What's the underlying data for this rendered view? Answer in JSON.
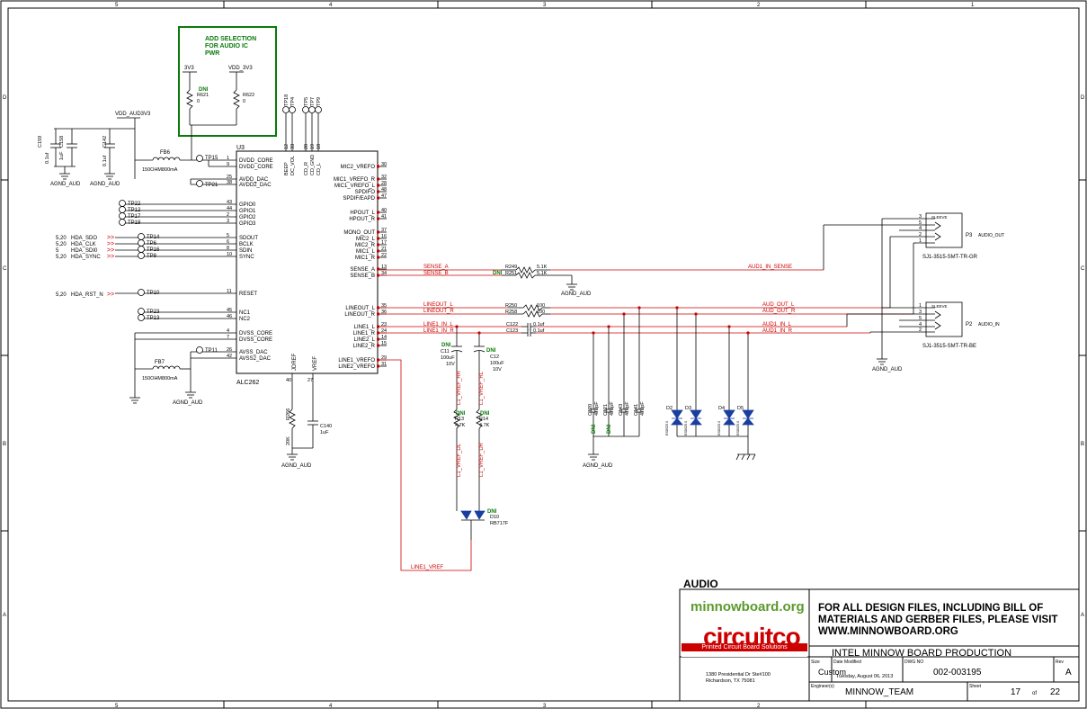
{
  "title_block": {
    "sheet_title": "AUDIO",
    "note": "FOR ALL DESIGN FILES, INCLUDING BILL OF MATERIALS AND GERBER FILES, PLEASE VISIT WWW.MINNOWBOARD.ORG",
    "note_line1": "FOR ALL DESIGN FILES, INCLUDING BILL OF",
    "note_line2": "MATERIALS AND GERBER FILES, PLEASE VISIT",
    "note_line3": "WWW.MINNOWBOARD.ORG",
    "project": "INTEL MINNOW BOARD PRODUCTION",
    "size_label": "Size",
    "size_value": "Custom",
    "date_label": "Date Modified",
    "date_value": "Tuesday, August 06, 2013",
    "dwg_label": "DWG NO",
    "dwg_value": "002-003195",
    "rev_label": "Rev",
    "rev_value": "A",
    "engineer_label": "Engineer(s)",
    "engineer_value": "MINNOW_TEAM",
    "sheet_label": "Sheet",
    "sheet_value": "17",
    "of_label": "of",
    "of_value": "22",
    "address_line1": "1380 Presidential Dr Ste#100",
    "address_line2": "Richardson, TX 75081",
    "logo_minnow": "minnowboard.org",
    "logo_circuitco": "circuitco",
    "logo_tagline": "Printed Circuit Board Solutions"
  },
  "border": {
    "top_cols": [
      "5",
      "4",
      "3",
      "2",
      "1"
    ],
    "side_rows": [
      "D",
      "C",
      "B",
      "A"
    ]
  },
  "note_box": {
    "line1": "ADD SELECTION",
    "line2": "FOR AUDIO IC",
    "line3": "PWR"
  },
  "power_rails": {
    "v3v3": "3V3",
    "vdd3v3": "VDD_3V3",
    "vdd_aud": "VDD_AUD3V3"
  },
  "grounds": {
    "agnd": "AGND_AUD"
  },
  "dni": "DNI",
  "ic": {
    "refdes": "U3",
    "part": "ALC262",
    "left_pins": [
      {
        "num": "1",
        "name": "DVDD_CORE"
      },
      {
        "num": "9",
        "name": "DVDD_CORE"
      },
      {
        "num": "25",
        "name": "AVDD_DAC"
      },
      {
        "num": "38",
        "name": "AVDD2_DAC"
      },
      {
        "num": "43",
        "name": "GPIO0"
      },
      {
        "num": "44",
        "name": "GPIO1"
      },
      {
        "num": "2",
        "name": "GPIO2"
      },
      {
        "num": "3",
        "name": "GPIO3"
      },
      {
        "num": "5",
        "name": "SDOUT"
      },
      {
        "num": "6",
        "name": "BCLK"
      },
      {
        "num": "8",
        "name": "SDIN"
      },
      {
        "num": "10",
        "name": "SYNC"
      },
      {
        "num": "11",
        "name": "RESET"
      },
      {
        "num": "45",
        "name": "NC1"
      },
      {
        "num": "46",
        "name": "NC2"
      },
      {
        "num": "4",
        "name": "DVSS_CORE"
      },
      {
        "num": "7",
        "name": "DVSS_CORE"
      },
      {
        "num": "26",
        "name": "AVSS_DAC"
      },
      {
        "num": "42",
        "name": "AVSS2_DAC"
      }
    ],
    "right_pins": [
      {
        "num": "30",
        "name": "MIC2_VREFO"
      },
      {
        "num": "32",
        "name": "MIC1_VREFO_R"
      },
      {
        "num": "28",
        "name": "MIC1_VREFO_L"
      },
      {
        "num": "48",
        "name": "SPDIFO"
      },
      {
        "num": "47",
        "name": "SPDIF/EAPD"
      },
      {
        "num": "40",
        "name": "HPOUT_L"
      },
      {
        "num": "41",
        "name": "HPOUT_R"
      },
      {
        "num": "37",
        "name": "MONO_OUT"
      },
      {
        "num": "16",
        "name": "MIC2_L"
      },
      {
        "num": "17",
        "name": "MIC2_R"
      },
      {
        "num": "21",
        "name": "MIC1_L"
      },
      {
        "num": "22",
        "name": "MIC1_R"
      },
      {
        "num": "13",
        "name": "SENSE_A"
      },
      {
        "num": "34",
        "name": "SENSE_B"
      },
      {
        "num": "35",
        "name": "LINEOUT_L"
      },
      {
        "num": "36",
        "name": "LINEOUT_R"
      },
      {
        "num": "23",
        "name": "LINE1_L"
      },
      {
        "num": "24",
        "name": "LINE1_R"
      },
      {
        "num": "14",
        "name": "LINE2_L"
      },
      {
        "num": "15",
        "name": "LINE2_R"
      },
      {
        "num": "29",
        "name": "LINE1_VREFO"
      },
      {
        "num": "31",
        "name": "LINE2_VREFO"
      }
    ],
    "top_pins": [
      {
        "num": "12",
        "name": "BEEP"
      },
      {
        "num": "33",
        "name": "DC_VOL"
      },
      {
        "num": "20",
        "name": "CD_R"
      },
      {
        "num": "19",
        "name": "CD_GND"
      },
      {
        "num": "18",
        "name": "CD_L"
      }
    ],
    "bottom_pins": [
      {
        "num": "40",
        "name": "JDREF"
      },
      {
        "num": "27",
        "name": "VREF"
      }
    ]
  },
  "testpoints": {
    "top": [
      "TP18",
      "TP4",
      "TP5",
      "TP7",
      "TP9"
    ],
    "gpio": [
      "TP22",
      "TP12",
      "TP17",
      "TP19"
    ],
    "hda": [
      "TP14",
      "TP6",
      "TP16",
      "TP8"
    ],
    "reset": "TP10",
    "nc": [
      "TP23",
      "TP13"
    ],
    "tp15": "TP15",
    "tp21": "TP21",
    "tp11": "TP11"
  },
  "hda_nets": [
    {
      "ref": "5,20",
      "name": "HDA_SDO"
    },
    {
      "ref": "5,20",
      "name": "HDA_CLK"
    },
    {
      "ref": "5",
      "name": "HDA_SDI0"
    },
    {
      "ref": "5,20",
      "name": "HDA_SYNC"
    }
  ],
  "reset_net": {
    "ref": "5,20",
    "name": "HDA_RST_N"
  },
  "parts": {
    "r621": {
      "ref": "R621",
      "val": "0"
    },
    "r622": {
      "ref": "R622",
      "val": "0"
    },
    "c159": {
      "ref": "C159",
      "val": "0.1uf"
    },
    "c158": {
      "ref": "C158",
      "val": "1uF"
    },
    "c142": {
      "ref": "C142",
      "val": "0.1uf"
    },
    "fb6": {
      "ref": "FB6",
      "val": "150OHM800mA"
    },
    "fb7": {
      "ref": "FB7",
      "val": "150OHM800mA"
    },
    "r249": {
      "ref": "R249",
      "val": "5.1K"
    },
    "r251": {
      "ref": "R251",
      "val": "5.1K"
    },
    "r250": {
      "ref": "R250",
      "val": "100"
    },
    "r258": {
      "ref": "R258",
      "val": "100"
    },
    "c122": {
      "ref": "C122",
      "val": "0.1uf"
    },
    "c123": {
      "ref": "C123",
      "val": "0.1uf"
    },
    "c11": {
      "ref": "C11",
      "val": "100uF",
      "v": "10V"
    },
    "c12": {
      "ref": "C12",
      "val": "100uF",
      "v": "10V"
    },
    "r13": {
      "ref": "R13",
      "val": "4.7K"
    },
    "r14": {
      "ref": "R14",
      "val": "4.7K"
    },
    "d10": {
      "ref": "D10",
      "val": "RB717F"
    },
    "r266": {
      "ref": "R266",
      "val": "20K"
    },
    "c140": {
      "ref": "C140",
      "val": "1uF"
    },
    "c120": {
      "ref": "C120",
      "val": "470pF"
    },
    "c121": {
      "ref": "C121",
      "val": "470pF"
    },
    "c143": {
      "ref": "C143",
      "val": "470pF"
    },
    "c141": {
      "ref": "C141",
      "val": "470pF"
    },
    "diodes": [
      "D2",
      "D3",
      "D4",
      "D5"
    ],
    "diode_val": "ESD5Z5.0"
  },
  "nets": {
    "sense_a": "SENSE_A",
    "sense_b": "SENSE_B",
    "lineout_l": "LINEOUT_L",
    "lineout_r": "LINEOUT_R",
    "line1_in_l": "LINE1_IN_L",
    "line1_in_r": "LINE1_IN_R",
    "aud1_in_sense": "AUD1_IN_SENSE",
    "aud_out_l": "AUD_OUT_L",
    "aud_out_r": "AUD_OUT_R",
    "aud1_in_l": "AUD1_IN_L",
    "aud1_in_r": "AUD1_IN_R",
    "l1_vref_r": "L1_VREF_RR",
    "l1_vref_l": "L1_VREF_RL",
    "l1_vref_dl": "L1_VREF_DL",
    "l1_vref_dr": "L1_VREF_DR",
    "line1_vref": "LINE1_VREF"
  },
  "connectors": [
    {
      "ref": "P3",
      "signal": "AUDIO_OUT",
      "part": "SJ1-3515-SMT-TR-GR",
      "pins": [
        "3",
        "5",
        "4",
        "2",
        "1"
      ],
      "sleeve": "SLEEVE"
    },
    {
      "ref": "P2",
      "signal": "AUDIO_IN",
      "part": "SJ1-3515-SMT-TR-BE",
      "pins": [
        "1",
        "3",
        "5",
        "4",
        "2"
      ],
      "sleeve": "SLEEVE"
    }
  ]
}
